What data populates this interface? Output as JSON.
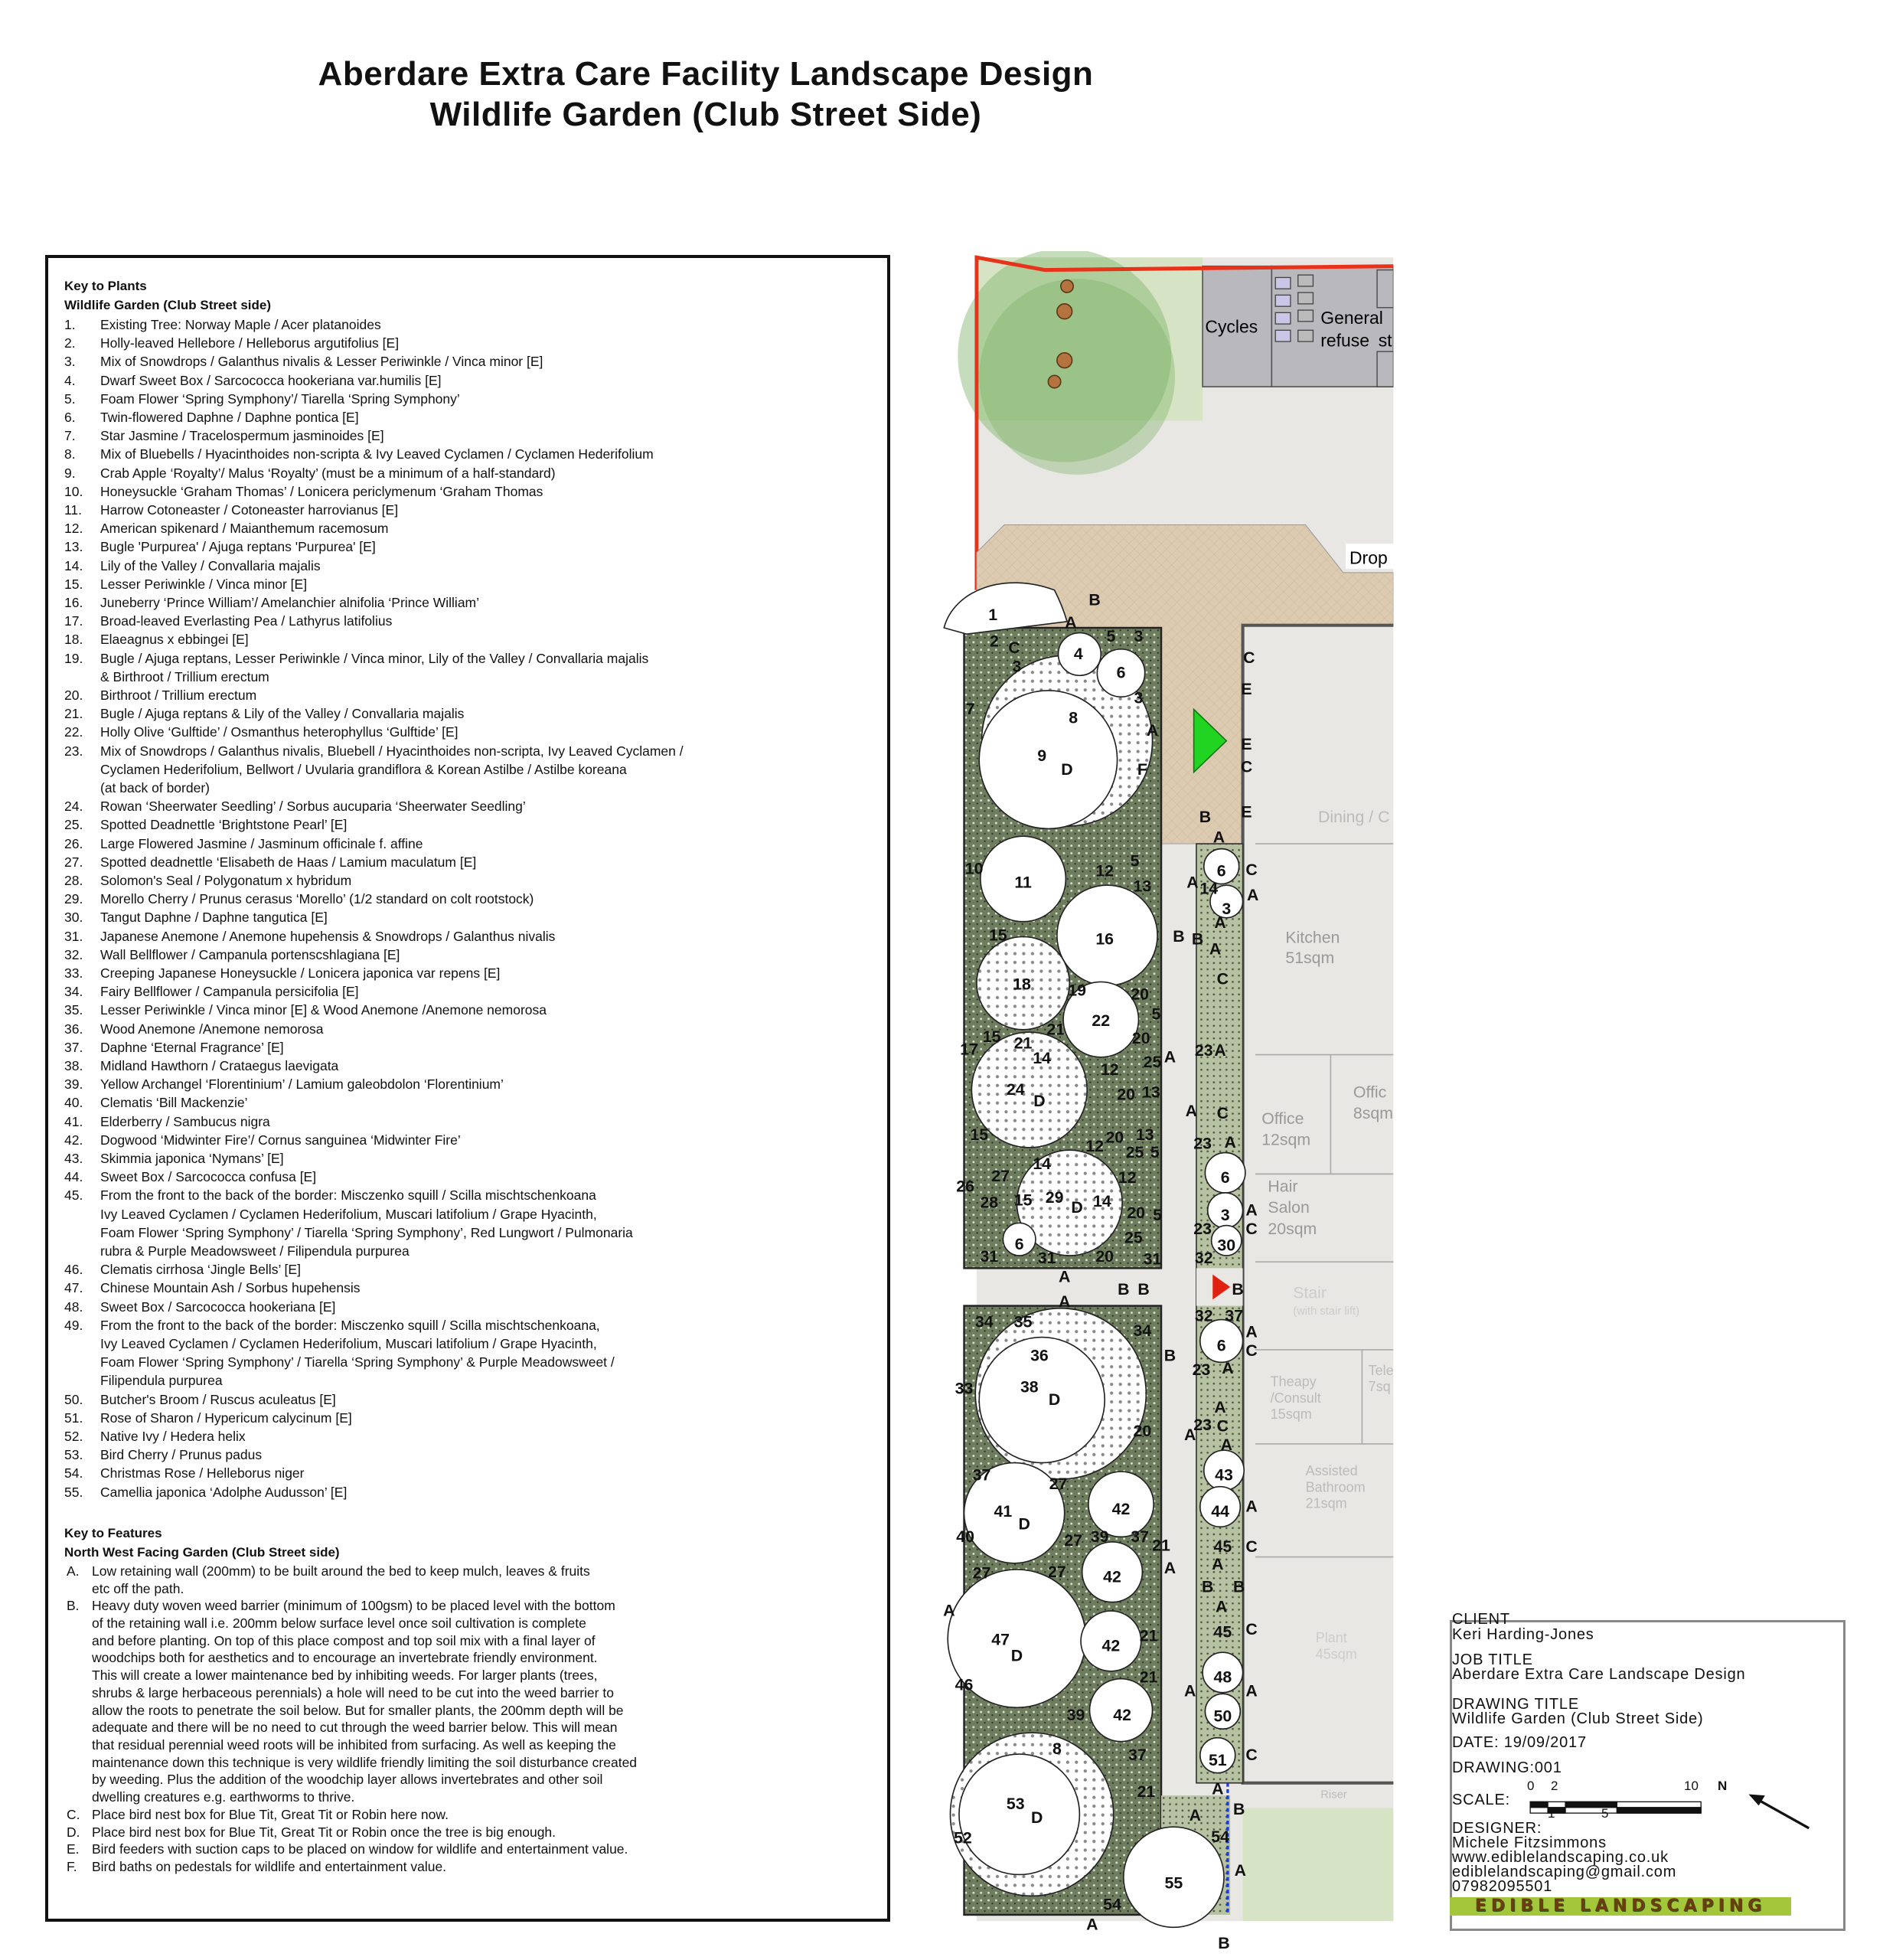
{
  "title": {
    "line1": "Aberdare Extra Care Facility Landscape Design",
    "line2": "Wildlife Garden  (Club Street Side)"
  },
  "key_plants": {
    "heading": "Key to Plants",
    "subheading": "Wildlife Garden (Club Street side)",
    "items": [
      {
        "num": "1.",
        "lines": [
          "Existing Tree: Norway Maple / Acer platanoides"
        ]
      },
      {
        "num": "2.",
        "lines": [
          "Holly-leaved Hellebore / Helleborus argutifolius [E]"
        ]
      },
      {
        "num": "3.",
        "lines": [
          "Mix of Snowdrops / Galanthus nivalis & Lesser Periwinkle / Vinca minor [E]"
        ]
      },
      {
        "num": "4.",
        "lines": [
          "Dwarf Sweet Box / Sarcococca hookeriana var.humilis [E]"
        ]
      },
      {
        "num": "5.",
        "lines": [
          "Foam Flower ‘Spring Symphony’/  Tiarella ‘Spring Symphony’"
        ]
      },
      {
        "num": "6.",
        "lines": [
          "Twin-flowered Daphne / Daphne pontica [E]"
        ]
      },
      {
        "num": "7.",
        "lines": [
          "Star Jasmine / Tracelospermum jasminoides [E]"
        ]
      },
      {
        "num": "8.",
        "lines": [
          "Mix of Bluebells / Hyacinthoides non-scripta & Ivy Leaved Cyclamen / Cyclamen Hederifolium"
        ]
      },
      {
        "num": "9.",
        "lines": [
          "Crab Apple ‘Royalty’/ Malus ‘Royalty’ (must be a minimum of a half-standard)"
        ]
      },
      {
        "num": "10.",
        "lines": [
          "Honeysuckle ‘Graham Thomas’ / Lonicera periclymenum ‘Graham Thomas"
        ]
      },
      {
        "num": "11.",
        "lines": [
          "Harrow Cotoneaster / Cotoneaster harrovianus [E]"
        ]
      },
      {
        "num": "12.",
        "lines": [
          "American spikenard / Maianthemum racemosum"
        ]
      },
      {
        "num": "13.",
        "lines": [
          "Bugle 'Purpurea' / Ajuga reptans 'Purpurea' [E]"
        ]
      },
      {
        "num": "14.",
        "lines": [
          "Lily of the Valley / Convallaria majalis"
        ]
      },
      {
        "num": "15.",
        "lines": [
          "Lesser Periwinkle / Vinca minor [E]"
        ]
      },
      {
        "num": "16.",
        "lines": [
          "Juneberry ‘Prince William’/ Amelanchier alnifolia ‘Prince William’"
        ]
      },
      {
        "num": "17.",
        "lines": [
          "Broad-leaved Everlasting Pea / Lathyrus latifolius"
        ]
      },
      {
        "num": "18.",
        "lines": [
          "Elaeagnus x ebbingei [E]"
        ]
      },
      {
        "num": "19.",
        "lines": [
          "Bugle / Ajuga reptans, Lesser Periwinkle / Vinca minor, Lily of the Valley / Convallaria majalis",
          "& Birthroot / Trillium erectum"
        ]
      },
      {
        "num": "20.",
        "lines": [
          "Birthroot / Trillium erectum"
        ]
      },
      {
        "num": "21.",
        "lines": [
          "Bugle / Ajuga reptans & Lily of the Valley / Convallaria majalis"
        ]
      },
      {
        "num": "22.",
        "lines": [
          "Holly Olive ‘Gulftide’ / Osmanthus heterophyllus ‘Gulftide’ [E]"
        ]
      },
      {
        "num": "23.",
        "lines": [
          "Mix of Snowdrops / Galanthus nivalis, Bluebell / Hyacinthoides non-scripta, Ivy Leaved Cyclamen /",
          "Cyclamen Hederifolium, Bellwort  / Uvularia grandiflora & Korean Astilbe / Astilbe koreana",
          "(at back of border)"
        ]
      },
      {
        "num": "24.",
        "lines": [
          "Rowan ‘Sheerwater Seedling’ / Sorbus aucuparia ‘Sheerwater Seedling’"
        ]
      },
      {
        "num": "25.",
        "lines": [
          "Spotted Deadnettle ‘Brightstone Pearl’ [E]"
        ]
      },
      {
        "num": "26.",
        "lines": [
          "Large Flowered Jasmine / Jasminum officinale f. affine"
        ]
      },
      {
        "num": "27.",
        "lines": [
          "Spotted deadnettle ‘Elisabeth de Haas / Lamium maculatum [E]"
        ]
      },
      {
        "num": "28.",
        "lines": [
          "Solomon's Seal / Polygonatum x hybridum"
        ]
      },
      {
        "num": "29.",
        "lines": [
          "Morello Cherry / Prunus cerasus ‘Morello’ (1/2 standard on colt rootstock)"
        ]
      },
      {
        "num": "30.",
        "lines": [
          "Tangut Daphne / Daphne tangutica [E]"
        ]
      },
      {
        "num": "31.",
        "lines": [
          "Japanese Anemone / Anemone hupehensis & Snowdrops / Galanthus nivalis"
        ]
      },
      {
        "num": "32.",
        "lines": [
          "Wall Bellflower / Campanula portenscshlagiana [E]"
        ]
      },
      {
        "num": "33.",
        "lines": [
          "Creeping Japanese Honeysuckle / Lonicera japonica var repens [E]"
        ]
      },
      {
        "num": "34.",
        "lines": [
          "Fairy Bellflower / Campanula persicifolia [E]"
        ]
      },
      {
        "num": "35.",
        "lines": [
          "Lesser Periwinkle / Vinca minor [E] & Wood Anemone /Anemone nemorosa"
        ]
      },
      {
        "num": "36.",
        "lines": [
          "Wood Anemone /Anemone nemorosa"
        ]
      },
      {
        "num": "37.",
        "lines": [
          "Daphne ‘Eternal Fragrance’ [E]"
        ]
      },
      {
        "num": "38.",
        "lines": [
          "Midland Hawthorn / Crataegus laevigata"
        ]
      },
      {
        "num": "39.",
        "lines": [
          "Yellow Archangel ‘Florentinium’ / Lamium galeobdolon ‘Florentinium’"
        ]
      },
      {
        "num": "40.",
        "lines": [
          "Clematis ‘Bill Mackenzie’"
        ]
      },
      {
        "num": "41.",
        "lines": [
          "Elderberry / Sambucus nigra"
        ]
      },
      {
        "num": "42.",
        "lines": [
          "Dogwood ‘Midwinter Fire’/ Cornus sanguinea ‘Midwinter Fire’"
        ]
      },
      {
        "num": "43.",
        "lines": [
          "Skimmia japonica ‘Nymans’ [E]"
        ]
      },
      {
        "num": "44.",
        "lines": [
          "Sweet Box / Sarcococca confusa [E]"
        ]
      },
      {
        "num": "45.",
        "lines": [
          "From the front to the back of the border: Misczenko squill / Scilla mischtschenkoana",
          "Ivy Leaved Cyclamen / Cyclamen Hederifolium, Muscari latifolium / Grape Hyacinth,",
          "Foam Flower ‘Spring Symphony’ / Tiarella  ‘Spring Symphony’, Red Lungwort / Pulmonaria",
          "rubra & Purple Meadowsweet / Filipendula purpurea"
        ]
      },
      {
        "num": "46.",
        "lines": [
          "Clematis cirrhosa ‘Jingle Bells’ [E]"
        ]
      },
      {
        "num": "47.",
        "lines": [
          "Chinese Mountain Ash / Sorbus hupehensis"
        ]
      },
      {
        "num": "48.",
        "lines": [
          "Sweet Box / Sarcococca hookeriana [E]"
        ]
      },
      {
        "num": "49.",
        "lines": [
          "From the front to the back of the border: Misczenko squill / Scilla mischtschenkoana,",
          "Ivy Leaved Cyclamen / Cyclamen Hederifolium, Muscari latifolium / Grape Hyacinth,",
          "Foam Flower ‘Spring Symphony’ / Tiarella ‘Spring Symphony’ & Purple Meadowsweet /",
          "Filipendula purpurea"
        ]
      },
      {
        "num": "50.",
        "lines": [
          "Butcher's  Broom / Ruscus aculeatus [E]"
        ]
      },
      {
        "num": "51.",
        "lines": [
          "Rose of Sharon / Hypericum calycinum [E]"
        ]
      },
      {
        "num": "52.",
        "lines": [
          "Native Ivy / Hedera helix"
        ]
      },
      {
        "num": "53.",
        "lines": [
          "Bird Cherry / Prunus padus"
        ]
      },
      {
        "num": "54.",
        "lines": [
          "Christmas Rose / Helleborus niger"
        ]
      },
      {
        "num": "55.",
        "lines": [
          "Camellia japonica ‘Adolphe Audusson’ [E]"
        ]
      }
    ]
  },
  "key_features": {
    "heading": "Key to Features",
    "subheading": "North West Facing Garden (Club Street side)",
    "items": [
      {
        "letter": "A.",
        "lines": [
          "Low retaining wall (200mm) to be built around the bed to keep mulch, leaves & fruits",
          "etc off the path."
        ]
      },
      {
        "letter": "B.",
        "lines": [
          "Heavy duty woven weed barrier (minimum of 100gsm) to be placed level with the bottom",
          "of the retaining wall i.e. 200mm  below surface level once soil cultivation is complete",
          "and before planting. On top of this place compost and top soil mix with a final layer of",
          "woodchips  both for aesthetics and to encourage an invertebrate friendly environment.",
          "This will create a lower maintenance bed by inhibiting weeds. For larger plants (trees,",
          "shrubs & large herbaceous perennials) a hole will need to be cut into the weed barrier to",
          "allow the roots to penetrate the soil below. But for smaller plants, the 200mm depth will be",
          "adequate and there will be no need to cut through the weed barrier below. This will mean",
          "that residual perennial weed roots will be inhibited from surfacing. As well as keeping the",
          "maintenance down this technique is very wildlife friendly limiting the soil disturbance created",
          "by weeding. Plus the addition of the woodchip layer allows  invertebrates and other soil",
          "dwelling creatures e.g. earthworms to thrive."
        ]
      },
      {
        "letter": "C.",
        "lines": [
          "Place bird nest box for Blue Tit, Great Tit or Robin here now."
        ]
      },
      {
        "letter": "D.",
        "lines": [
          "Place bird nest box for Blue Tit, Great Tit or Robin once the tree is big enough."
        ]
      },
      {
        "letter": "E.",
        "lines": [
          "Bird feeders with suction caps to be placed on window for wildlife and entertainment value."
        ]
      },
      {
        "letter": "F.",
        "lines": [
          "Bird baths on pedestals for wildlife and entertainment value."
        ]
      }
    ]
  },
  "plan": {
    "rooms": {
      "cycles": "Cycles",
      "general_refuse_1": "General",
      "general_refuse_2": "refuse",
      "store_cut": "st",
      "drop": "Drop",
      "dining": "Dining / C",
      "kitchen_1": "Kitchen",
      "kitchen_2": "51sqm",
      "office_1": "Office",
      "office_2": "12sqm",
      "office_small_1": "Offic",
      "office_small_2": "8sqm",
      "hair_1": "Hair",
      "hair_2": "Salon",
      "hair_3": "20sqm",
      "stair_1": "Stair",
      "stair_2": "(with stair lift)",
      "therapy_1": "Theapy",
      "therapy_2": "/Consult",
      "therapy_3": "15sqm",
      "tele_1": "Tele",
      "tele_2": "7sq",
      "bath_1": "Assisted",
      "bath_2": "Bathroom",
      "bath_3": "21sqm",
      "plant_1": "Plant",
      "plant_2": "45sqm",
      "riser": "Riser"
    },
    "labels": [
      "1",
      "A",
      "B",
      "2",
      "C",
      "3",
      "4",
      "5",
      "3",
      "6",
      "3",
      "7",
      "8",
      "A",
      "9",
      "D",
      "F",
      "10",
      "11",
      "12",
      "5",
      "13",
      "16",
      "15",
      "18",
      "19",
      "20",
      "5",
      "22",
      "21",
      "14",
      "17",
      "15",
      "21",
      "20",
      "25",
      "12",
      "A",
      "24",
      "D",
      "20",
      "13",
      "15",
      "12",
      "20",
      "13",
      "25",
      "5",
      "26",
      "27",
      "14",
      "12",
      "28",
      "15",
      "29",
      "D",
      "14",
      "20",
      "5",
      "6",
      "25",
      "31",
      "31",
      "20",
      "31",
      "A",
      "A",
      "B",
      "B",
      "34",
      "35",
      "34",
      "36",
      "B",
      "33",
      "38",
      "D",
      "20",
      "A",
      "27",
      "42",
      "41",
      "D",
      "37",
      "40",
      "27",
      "39",
      "37",
      "21",
      "A",
      "27",
      "27",
      "42",
      "A",
      "47",
      "D",
      "42",
      "21",
      "46",
      "21",
      "42",
      "39",
      "8",
      "37",
      "53",
      "D",
      "21",
      "A",
      "52",
      "55",
      "54",
      "A",
      "A",
      "54",
      "B",
      "A",
      "6",
      "C",
      "A",
      "14",
      "A",
      "3",
      "A",
      "B",
      "B",
      "A",
      "C",
      "23",
      "A",
      "A",
      "C",
      "23",
      "A",
      "6",
      "3",
      "A",
      "23",
      "30",
      "C",
      "32",
      "B",
      "32",
      "37",
      "6",
      "A",
      "C",
      "23",
      "A",
      "A",
      "23",
      "C",
      "A",
      "43",
      "44",
      "A",
      "45",
      "C",
      "A",
      "B",
      "B",
      "A",
      "45",
      "C",
      "48",
      "A",
      "A",
      "50",
      "51",
      "C",
      "A",
      "B",
      "B",
      "C",
      "E",
      "E",
      "C",
      "E"
    ]
  },
  "title_block": {
    "client_label": "CLIENT",
    "client": "Keri Harding-Jones",
    "job_label": "JOB TITLE",
    "job": "Aberdare Extra Care Landscape Design",
    "drawing_title_label": "DRAWING TITLE",
    "drawing_title": "Wildlife Garden (Club Street Side)",
    "date": "DATE: 19/09/2017",
    "drawing": "DRAWING:001",
    "scale_label": "SCALE:",
    "scale_ticks_top": [
      "0",
      "2",
      "10"
    ],
    "scale_ticks_bottom": [
      "1",
      "5"
    ],
    "north": "N",
    "designer_label": "DESIGNER:",
    "designer": "Michele Fitzsimmons",
    "website": "www.ediblelandscaping.co.uk",
    "email": "ediblelandscaping@gmail.com",
    "phone": "07982095501",
    "logo_text": "EDIBLE LANDSCAPING"
  },
  "colors": {
    "boundary_red": "#e8321a",
    "bed_green": "#6f7d5f",
    "patio_beige": "#dccbb0",
    "paving_grey": "#e9e7e4",
    "marker_green": "#22d422"
  }
}
